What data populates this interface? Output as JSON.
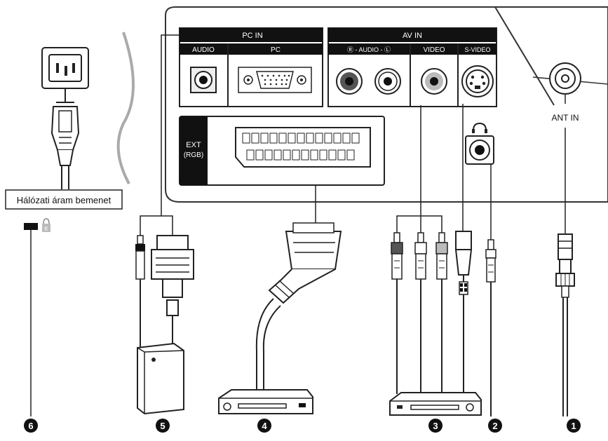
{
  "panel": {
    "pc_in": "PC IN",
    "audio": "AUDIO",
    "pc": "PC",
    "av_in": "AV IN",
    "r_audio_l": "Ⓡ - AUDIO - Ⓛ",
    "video": "VIDEO",
    "s_video": "S-VIDEO",
    "ext": "EXT",
    "rgb": "(RGB)",
    "ant_in": "ANT IN"
  },
  "power": {
    "label": "Hálózati áram bemenet",
    "lock_letter": "K"
  },
  "numbers": [
    "1",
    "2",
    "3",
    "4",
    "5",
    "6"
  ],
  "icons": [
    "headphone-icon",
    "kensington-lock-icon"
  ]
}
